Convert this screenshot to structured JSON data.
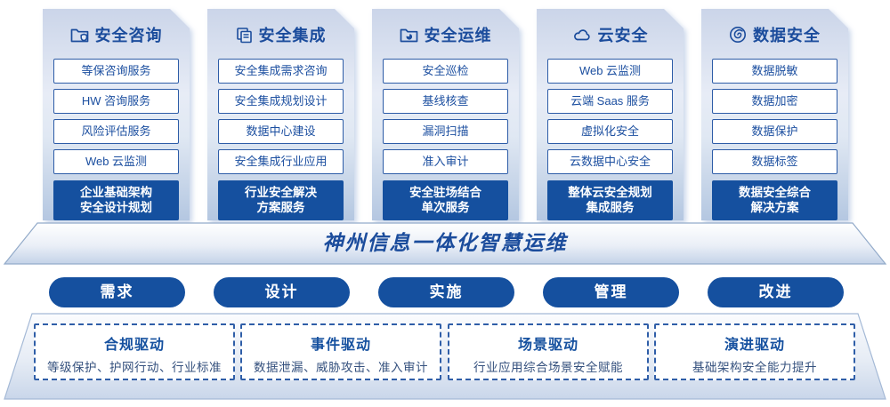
{
  "colors": {
    "primary_blue": "#15509f",
    "text_blue": "#1b4c9c",
    "item_border": "#2d5ca7",
    "desc_text": "#35517e",
    "card_gradient_top": "#cbd5e9",
    "card_gradient_bottom": "#b4c7e1"
  },
  "columns": [
    {
      "title": "安全咨询",
      "icon": "folder-shield-icon",
      "items": [
        "等保咨询服务",
        "HW 咨询服务",
        "风险评估服务",
        "Web 云监测"
      ],
      "highlight_line1": "企业基础架构",
      "highlight_line2": "安全设计规划"
    },
    {
      "title": "安全集成",
      "icon": "documents-icon",
      "items": [
        "安全集成需求咨询",
        "安全集成规划设计",
        "数据中心建设",
        "安全集成行业应用"
      ],
      "highlight_line1": "行业安全解决",
      "highlight_line2": "方案服务"
    },
    {
      "title": "安全运维",
      "icon": "folder-pie-icon",
      "items": [
        "安全巡检",
        "基线核查",
        "漏洞扫描",
        "准入审计"
      ],
      "highlight_line1": "安全驻场结合",
      "highlight_line2": "单次服务"
    },
    {
      "title": "云安全",
      "icon": "cloud-icon",
      "items": [
        "Web 云监测",
        "云端 Saas 服务",
        "虚拟化安全",
        "云数据中心安全"
      ],
      "highlight_line1": "整体云安全规划",
      "highlight_line2": "集成服务"
    },
    {
      "title": "数据安全",
      "icon": "spiral-icon",
      "items": [
        "数据脱敏",
        "数据加密",
        "数据保护",
        "数据标签"
      ],
      "highlight_line1": "数据安全综合",
      "highlight_line2": "解决方案"
    }
  ],
  "banner": {
    "title": "神州信息一体化智慧运维"
  },
  "process_steps": [
    "需求",
    "设计",
    "实施",
    "管理",
    "改进"
  ],
  "drivers": [
    {
      "title": "合规驱动",
      "desc": "等级保护、护网行动、行业标准"
    },
    {
      "title": "事件驱动",
      "desc": "数据泄漏、威胁攻击、准入审计"
    },
    {
      "title": "场景驱动",
      "desc": "行业应用综合场景安全赋能"
    },
    {
      "title": "演进驱动",
      "desc": "基础架构安全能力提升"
    }
  ]
}
